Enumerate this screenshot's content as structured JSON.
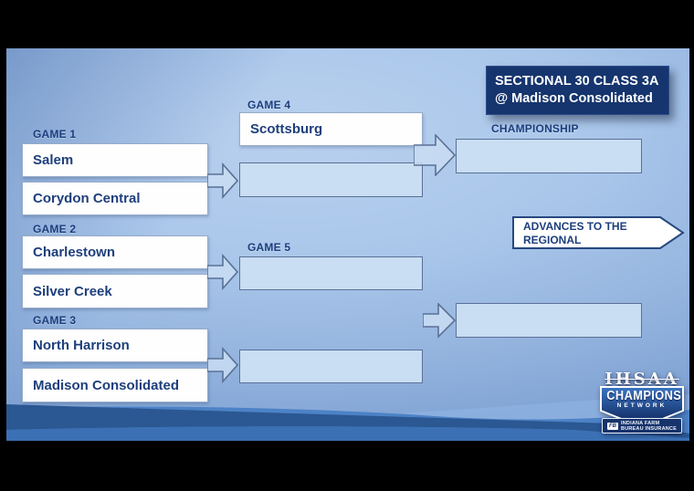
{
  "header": {
    "line1": "SECTIONAL 30 CLASS 3A",
    "line2": "@ Madison Consolidated"
  },
  "round1": {
    "game1": {
      "label": "GAME 1",
      "team_top": "Salem",
      "team_bottom": "Corydon Central"
    },
    "game2": {
      "label": "GAME 2",
      "team_top": "Charlestown",
      "team_bottom": "Silver Creek"
    },
    "game3": {
      "label": "GAME 3",
      "team_top": "North Harrison",
      "team_bottom": "Madison Consolidated"
    }
  },
  "round2": {
    "game4": {
      "label": "GAME 4",
      "team_top": "Scottsburg",
      "team_bottom": ""
    },
    "game5": {
      "label": "GAME 5",
      "team_top": "",
      "team_bottom": ""
    }
  },
  "championship": {
    "label": "CHAMPIONSHIP",
    "slot_top": "",
    "slot_bottom": ""
  },
  "advances_note": "ADVANCES TO THE REGIONAL",
  "logo": {
    "brand": "IHSAA",
    "program": "CHAMPIONS",
    "network": "NETWORK",
    "sponsor_mark": "FB",
    "sponsor_line1": "INDIANA FARM",
    "sponsor_line2": "BUREAU INSURANCE"
  },
  "colors": {
    "accent_navy": "#16356e",
    "label_text": "#1c3e7d",
    "box_fill_empty": "#c9ddf3",
    "box_border": "#5a7196",
    "background_blue": "#93b3de"
  }
}
